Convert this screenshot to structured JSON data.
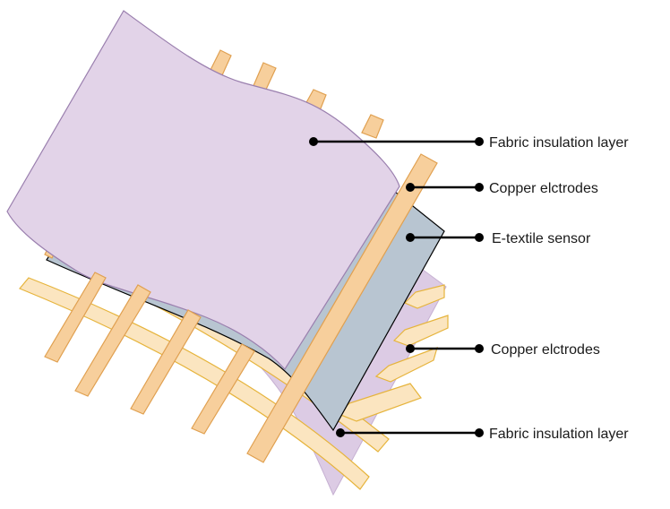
{
  "colors": {
    "top_fabric": "#e2d3e8",
    "top_fabric_stroke": "#9a7fae",
    "bottom_fabric": "#dccbe4",
    "sensor": "#b8c5d1",
    "copper_fill": "#f7cf9c",
    "copper_stroke": "#e0a050",
    "yellow_fill": "#fbe5c0",
    "yellow_stroke": "#e6b43c",
    "leader": "#000000"
  },
  "labels": [
    {
      "id": "fabric-top",
      "text": "Fabric insulation layer"
    },
    {
      "id": "copper-top",
      "text": "Copper elctrodes"
    },
    {
      "id": "sensor",
      "text": "E-textile sensor"
    },
    {
      "id": "copper-bottom",
      "text": "Copper elctrodes"
    },
    {
      "id": "fabric-bottom",
      "text": "Fabric insulation layer"
    }
  ]
}
